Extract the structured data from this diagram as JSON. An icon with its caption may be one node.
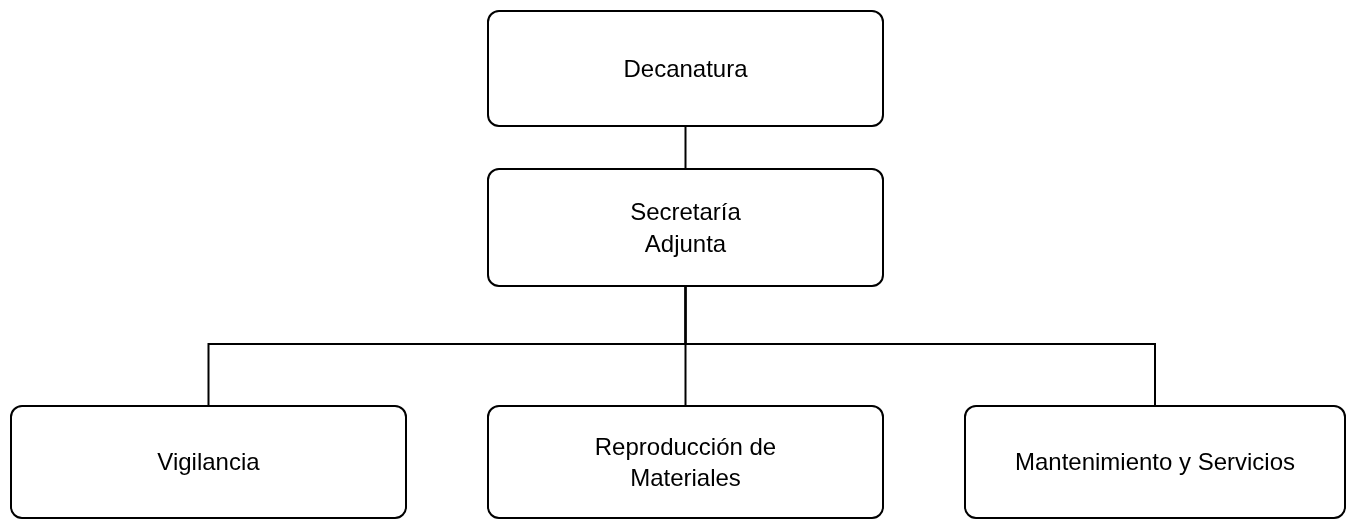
{
  "diagram": {
    "nodes": [
      {
        "text": [
          "Decanatura"
        ]
      },
      {
        "text": [
          "Secretaría Adjunta"
        ]
      },
      {
        "text": [
          "Vigilancia"
        ]
      },
      {
        "text": [
          "Reproducción de Materiales"
        ]
      },
      {
        "text": [
          "Mantenimiento y Servicios"
        ]
      }
    ],
    "edges": [
      {
        "from": 0,
        "to": 1,
        "arrow": "none"
      },
      {
        "from": 1,
        "to": 2,
        "arrow": "none"
      },
      {
        "from": 1,
        "to": 3,
        "arrow": "none"
      },
      {
        "from": 1,
        "to": 4,
        "arrow": "none"
      }
    ]
  }
}
